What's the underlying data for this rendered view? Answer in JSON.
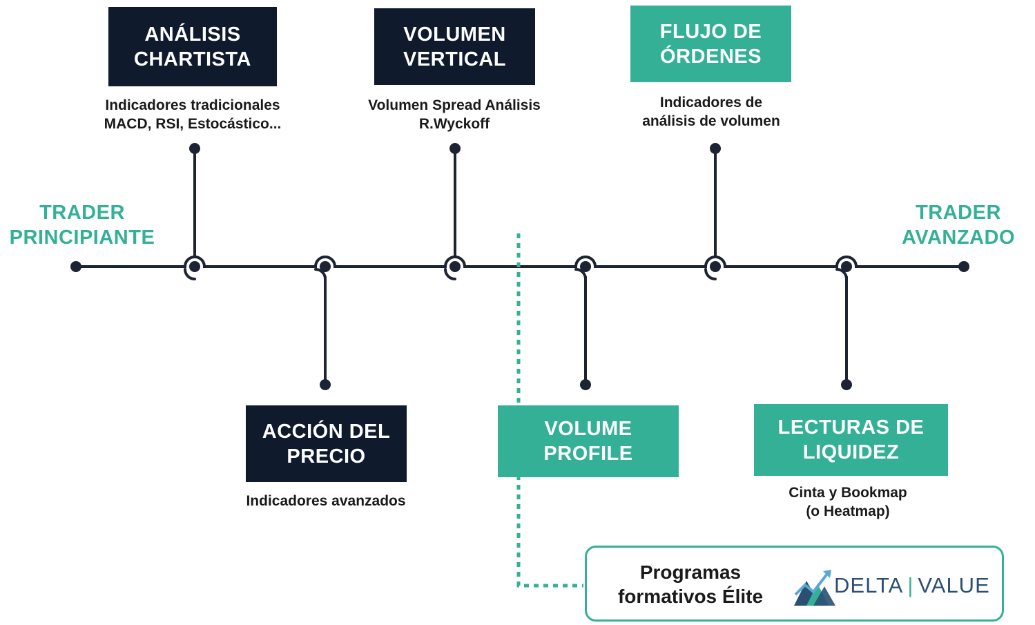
{
  "start_label": {
    "line1": "TRADER",
    "line2": "PRINCIPIANTE"
  },
  "end_label": {
    "line1": "TRADER",
    "line2": "AVANZADO"
  },
  "stages": [
    {
      "title1": "ANÁLISIS",
      "title2": "CHARTISTA",
      "desc1": "Indicadores tradicionales",
      "desc2": "MACD, RSI, Estocástico..."
    },
    {
      "title1": "ACCIÓN DEL",
      "title2": "PRECIO",
      "desc1": "Indicadores avanzados",
      "desc2": ""
    },
    {
      "title1": "VOLUMEN",
      "title2": "VERTICAL",
      "desc1": "Volumen Spread Análisis",
      "desc2": "R.Wyckoff"
    },
    {
      "title1": "VOLUME",
      "title2": "PROFILE",
      "desc1": "",
      "desc2": ""
    },
    {
      "title1": "FLUJO DE",
      "title2": "ÓRDENES",
      "desc1": "Indicadores de",
      "desc2": "análisis de volumen"
    },
    {
      "title1": "LECTURAS DE",
      "title2": "LIQUIDEZ",
      "desc1": "Cinta y Bookmap",
      "desc2": "(o Heatmap)"
    }
  ],
  "promo": {
    "line1": "Programas",
    "line2": "formativos Élite"
  },
  "logo": {
    "part1": "DELTA",
    "separator": "|",
    "part2": "VALUE",
    "icon": "delta-value-logo-icon"
  },
  "colors": {
    "dark": "#0f1b2d",
    "teal": "#34b097",
    "line": "#1c2433"
  }
}
